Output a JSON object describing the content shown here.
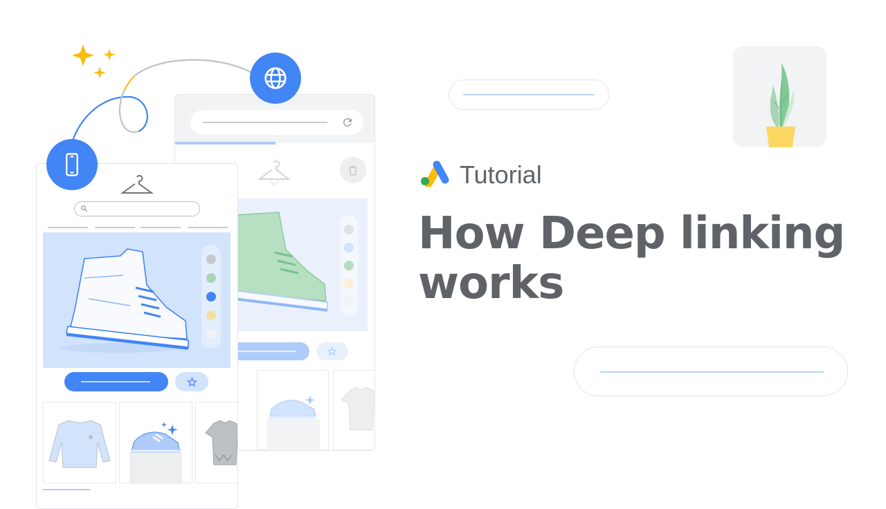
{
  "badge": {
    "label": "Tutorial"
  },
  "headline": {
    "text": "How Deep linking works"
  },
  "icons": {
    "phone": "smartphone-icon",
    "globe": "globe-icon",
    "refresh": "refresh-icon",
    "search": "search-icon",
    "hanger": "hanger-icon",
    "bag": "shopping-bag-icon",
    "star": "star-icon",
    "sparkle": "sparkle-icon",
    "plant": "plant-icon",
    "logo": "google-ads-logo"
  },
  "colors": {
    "accent_blue": "#4285f4",
    "logo_yellow": "#fbbc04",
    "logo_green": "#34a853",
    "text_gray": "#5f6368",
    "sparkle_yellow": "#fbbc04"
  },
  "product_colors": {
    "app": [
      "#c5c9ce",
      "#a8d5b5",
      "#4285f4",
      "#f3dfa1",
      "#f1f3f4"
    ],
    "web": [
      "#dfe1e5",
      "#d2e3fc",
      "#b5dec0",
      "#fbeed2",
      "#f1f3f4"
    ]
  }
}
